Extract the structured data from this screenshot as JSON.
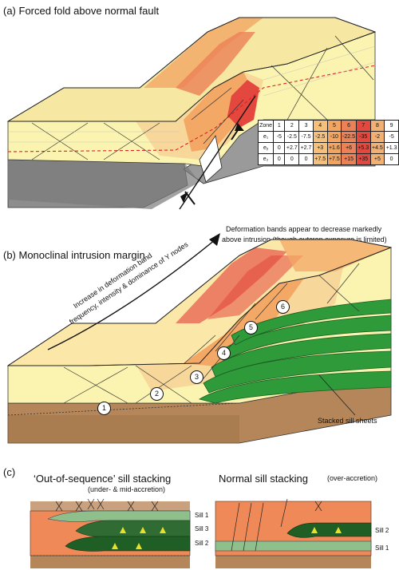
{
  "panel_a": {
    "title": "(a)  Forced fold above normal fault",
    "table": {
      "header": [
        "Zone",
        "1",
        "2",
        "3",
        "4",
        "5",
        "6",
        "7",
        "8",
        "9"
      ],
      "rows": [
        {
          "label": "e₁",
          "values": [
            "-5",
            "-2.5",
            "-7.5",
            "-2.5",
            "-10",
            "-22.5",
            "-35",
            "-2",
            "-5"
          ]
        },
        {
          "label": "eᵧ",
          "values": [
            "0",
            "+2.7",
            "+2.7",
            "+3",
            "+1.6",
            "+6",
            "+5.3",
            "+4.5",
            "+1.3"
          ]
        },
        {
          "label": "e₂",
          "values": [
            "0",
            "0",
            "0",
            "+7.5",
            "+7.5",
            "+15",
            "+35",
            "+5",
            "0"
          ]
        }
      ],
      "row_colors": [
        "#fff",
        "#fff",
        "#fff",
        "#f6c07a",
        "#f3a45f",
        "#ec8156",
        "#e4473d",
        "#f2b073",
        "#fff"
      ]
    }
  },
  "panel_b": {
    "title": "(b)  Monoclinal intrusion margin",
    "note_line1": "Deformation bands appear to decrease  markedly",
    "note_line2": "above intrusion (though outcrop exposure  is limited)",
    "arrow_label_line1": "Increase in deformation band",
    "arrow_label_line2": "frequency, intensity & dominance of Y nodes",
    "zones": [
      "1",
      "2",
      "3",
      "4",
      "5",
      "6"
    ],
    "sill_label": "Stacked sill sheets"
  },
  "panel_c": {
    "letter": "(c)",
    "left_title": "‘Out-of-sequence’ sill stacking",
    "left_subtitle": "(under- & mid-accretion)",
    "right_title": "Normal sill stacking",
    "right_subtitle": "(over-accretion)",
    "left_sills": [
      "Sill 1",
      "Sill 3",
      "Sill 2"
    ],
    "right_sills": [
      "Sill 2",
      "Sill 1"
    ]
  },
  "colors": {
    "yellow": "#fbf3b0",
    "pale_orange": "#f8d79a",
    "orange": "#f3a865",
    "deep_orange": "#ec8156",
    "red": "#e4473d",
    "sill_green": "#2f9a3a",
    "sill_light": "#8fbf8a",
    "basement": "#b5865a",
    "grey": "#8d8d8d"
  }
}
